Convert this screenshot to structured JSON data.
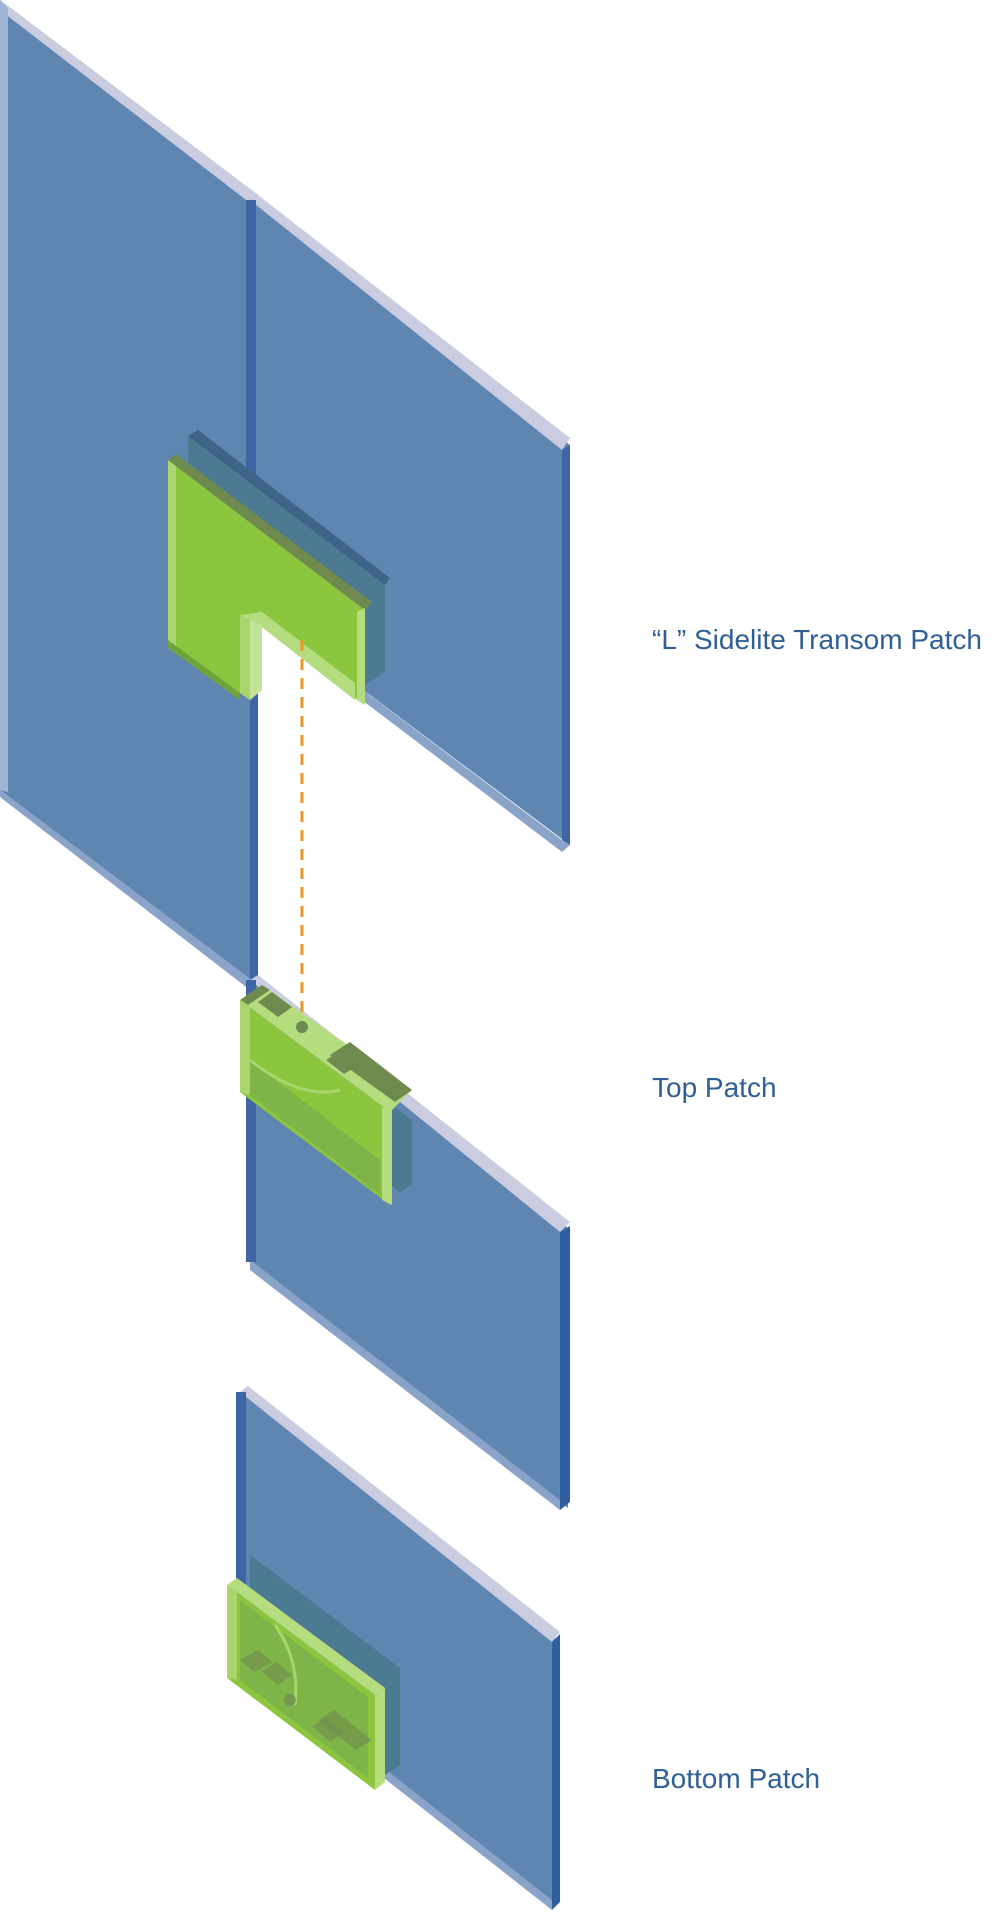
{
  "labels": {
    "l_sidelite_transom_patch": "“L” Sidelite Transom Patch",
    "top_patch": "Top Patch",
    "bottom_patch": "Bottom Patch"
  },
  "colors": {
    "glass_face": "#5f86b0",
    "glass_top_edge": "#cacce0",
    "glass_side_edge": "#3f65a3",
    "glass_bottom_edge": "#8aa3c8",
    "patch_face": "#8cc63f",
    "patch_edge_light": "#b5dc7f",
    "patch_edge_dark": "#6e8a4e",
    "dashed_line": "#e8982b",
    "label_text": "#2f5f95"
  }
}
